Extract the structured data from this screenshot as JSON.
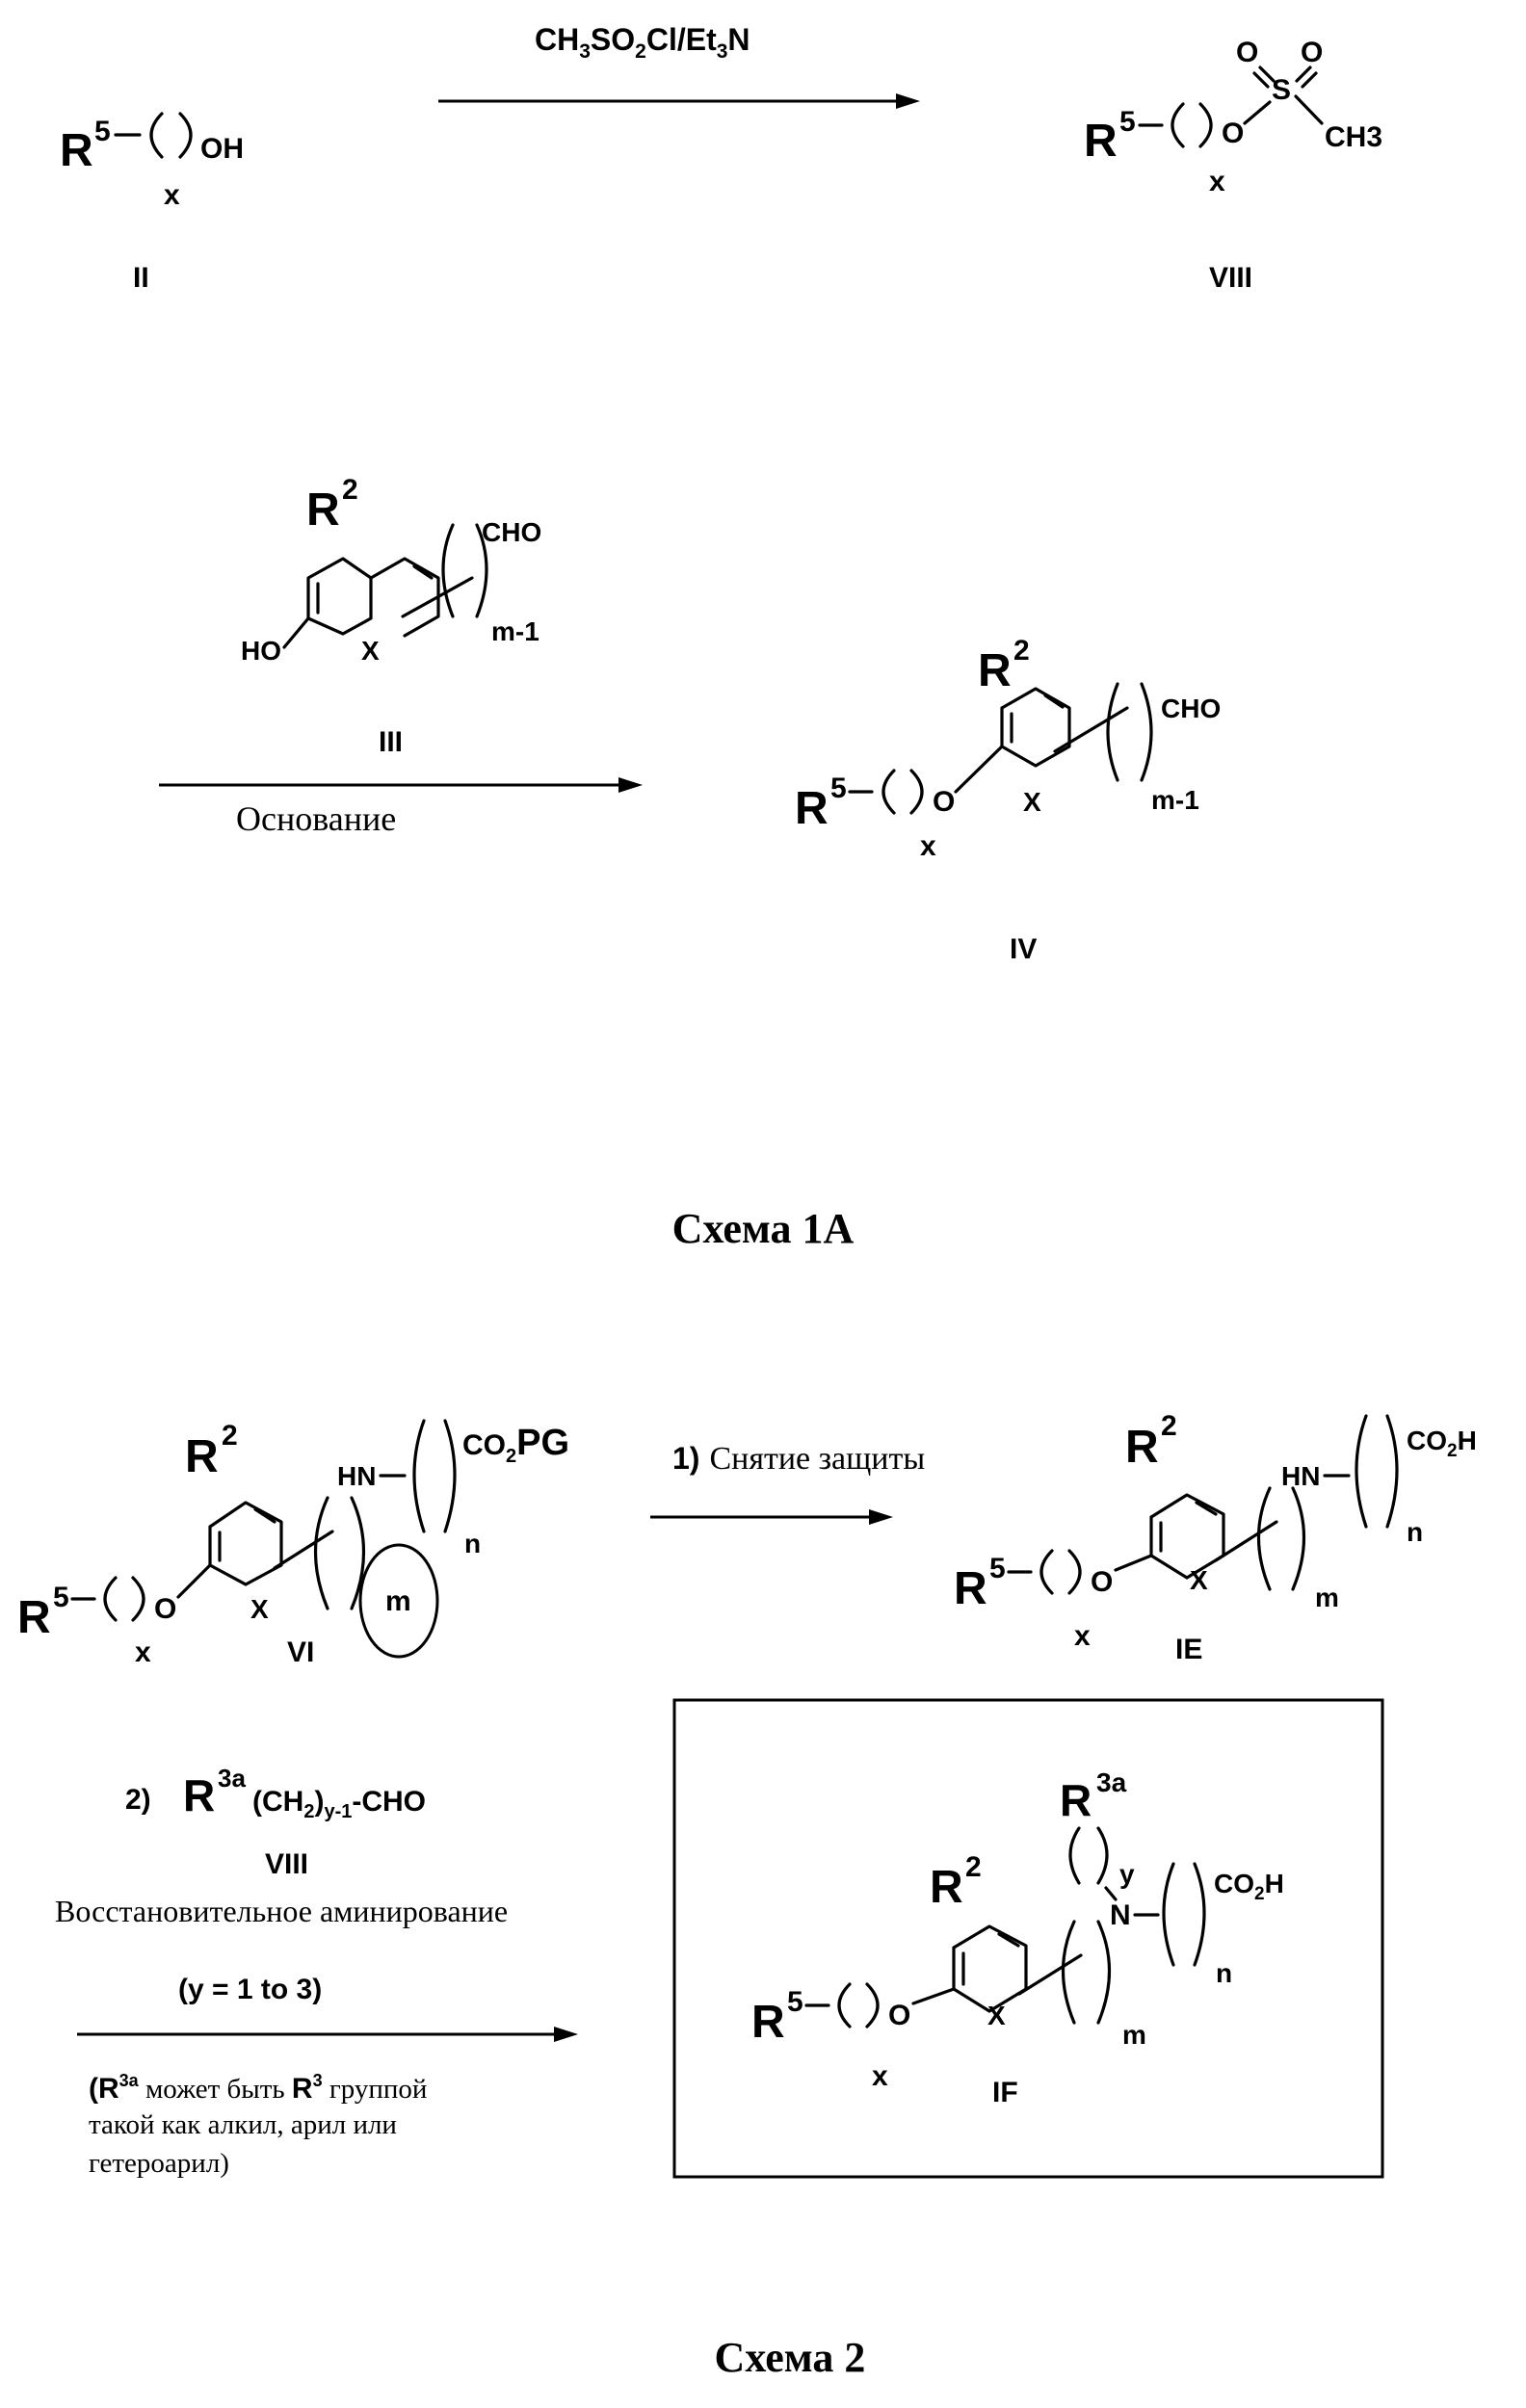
{
  "scheme_1a": {
    "reagent_top": {
      "a": "CH",
      "b": "3",
      "c": "SO",
      "d": "2",
      "e": "Cl/Et",
      "f": "3",
      "g": "N"
    },
    "compound_ii": {
      "r5": "R",
      "r5_sup": "5",
      "oh": "OH",
      "x": "x",
      "label": "II"
    },
    "compound_viii": {
      "r5": "R",
      "r5_sup": "5",
      "o": "O",
      "s": "S",
      "o1": "O",
      "o2": "O",
      "ch3": "CH3",
      "x": "x",
      "label": "VIII"
    },
    "compound_iii": {
      "r2": "R",
      "r2_sup": "2",
      "cho": "CHO",
      "ho": "HO",
      "ring_x": "X",
      "m1": "m-1",
      "label": "III"
    },
    "base_label": "Основание",
    "compound_iv": {
      "r2": "R",
      "r2_sup": "2",
      "cho": "CHO",
      "r5": "R",
      "r5_sup": "5",
      "o": "O",
      "ring_x": "X",
      "m1": "m-1",
      "x": "x",
      "label": "IV"
    },
    "caption": "Схема 1А"
  },
  "scheme_2": {
    "compound_vi": {
      "r2": "R",
      "r2_sup": "2",
      "hn": "HN",
      "co2pg": "CO",
      "co2pg_sub": "2",
      "pg": "PG",
      "n": "n",
      "r5": "R",
      "r5_sup": "5",
      "o": "O",
      "ring_x": "X",
      "m": "m",
      "x": "x",
      "label": "VI"
    },
    "step1": {
      "num": "1)",
      "text": "Снятие защиты"
    },
    "compound_ie": {
      "r2": "R",
      "r2_sup": "2",
      "hn": "HN",
      "co2h": "CO",
      "co2h_sub": "2",
      "h": "H",
      "n": "n",
      "r5": "R",
      "r5_sup": "5",
      "o": "O",
      "ring_x": "X",
      "m": "m",
      "x": "x",
      "label": "IE"
    },
    "step2": {
      "num": "2)",
      "r3a": "R",
      "r3a_sup": "3a",
      "ch2": "(CH",
      "ch2_sub": "2",
      "ch2_close": ")",
      "y1": "y-1",
      "cho": "-CHO",
      "reagent_label": "VIII",
      "desc": "Восстановительное аминирование",
      "yrange": "(y = 1 to 3)",
      "note_line1_a": "(R",
      "note_line1_sup": "3a",
      "note_line1_b": " может быть ",
      "note_line1_r": "R",
      "note_line1_r_sup": "3",
      "note_line1_c": " группой",
      "note_line2": "такой как алкил, арил или",
      "note_line3": "гетероарил)"
    },
    "compound_if": {
      "r3a": "R",
      "r3a_sup": "3a",
      "y": "y",
      "r2": "R",
      "r2_sup": "2",
      "n_atom": "N",
      "co2h": "CO",
      "co2h_sub": "2",
      "h": "H",
      "n": "n",
      "r5": "R",
      "r5_sup": "5",
      "o": "O",
      "ring_x": "X",
      "m": "m",
      "x": "x",
      "label": "IF"
    },
    "caption": "Схема 2"
  }
}
